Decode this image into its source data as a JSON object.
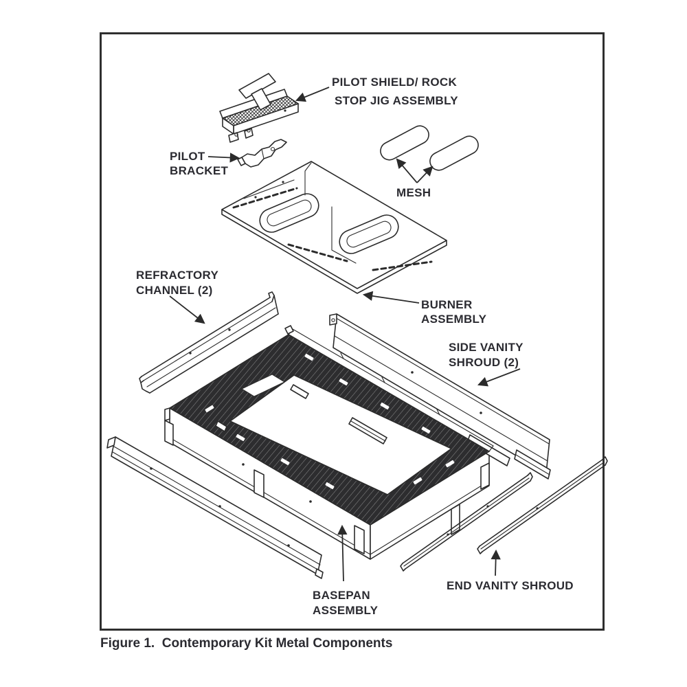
{
  "figure": {
    "caption": "Figure 1.  Contemporary Kit Metal Components",
    "labels": {
      "pilot_shield": {
        "line1": "PILOT SHIELD/ ROCK",
        "line2": "STOP JIG ASSEMBLY"
      },
      "pilot_bracket": {
        "line1": "PILOT",
        "line2": "BRACKET"
      },
      "mesh": {
        "line1": "MESH"
      },
      "refractory_channel": {
        "line1": "REFRACTORY",
        "line2": "CHANNEL (2)"
      },
      "burner_assembly": {
        "line1": "BURNER",
        "line2": "ASSEMBLY"
      },
      "side_vanity_shroud": {
        "line1": "SIDE VANITY",
        "line2": "SHROUD (2)"
      },
      "basepan_assembly": {
        "line1": "BASEPAN",
        "line2": "ASSEMBLY"
      },
      "end_vanity_shroud": {
        "line1": "END VANITY SHROUD"
      }
    },
    "colors": {
      "line": "#2b2b2b",
      "text": "#2b2b31",
      "background": "#ffffff"
    }
  }
}
